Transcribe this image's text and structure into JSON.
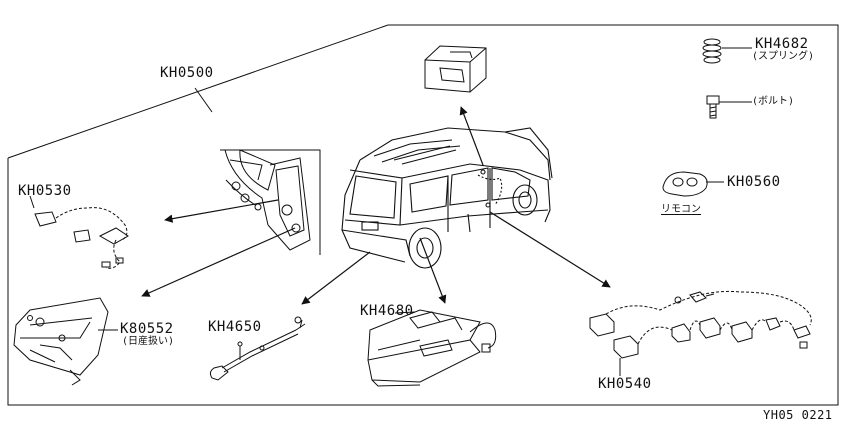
{
  "labels": {
    "kh0500": "KH0500",
    "kh4682": "KH4682",
    "spring": "(スプリング)",
    "bolt": "(ボルト)",
    "kh0560": "KH0560",
    "remocon": "リモコン",
    "kh0530": "KH0530",
    "k80552": "K80552",
    "k80552_note": "(日産扱い)",
    "kh4650": "KH4650",
    "kh4680": "KH4680",
    "kh0540": "KH0540",
    "page_code": "YH05 0221"
  }
}
